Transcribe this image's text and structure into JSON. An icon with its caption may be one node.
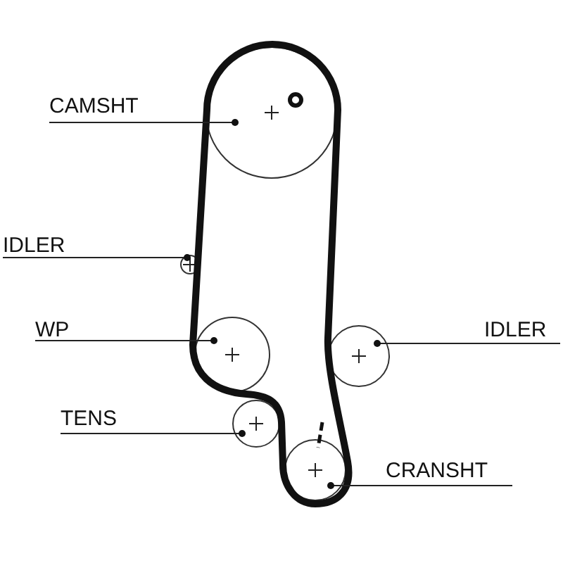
{
  "diagram": {
    "nodes": [
      {
        "text": [
          "CAMSHT"
        ]
      },
      {
        "text": [],
        "shape": "circle"
      },
      {
        "text": [
          "IDLER"
        ]
      },
      {
        "text": [],
        "shape": "circle"
      },
      {
        "text": [
          "WP"
        ]
      },
      {
        "text": [],
        "shape": "circle"
      },
      {
        "text": [
          "IDLER"
        ]
      },
      {
        "text": [],
        "shape": "circle"
      },
      {
        "text": [
          "TENS"
        ]
      },
      {
        "text": [],
        "shape": "circle"
      },
      {
        "text": [
          "CRANSHT"
        ]
      },
      {
        "text": [],
        "shape": "circle"
      }
    ],
    "edges": [
      {
        "from": 0,
        "to": 1,
        "arrow": "other"
      },
      {
        "from": 2,
        "to": 3,
        "arrow": "other"
      },
      {
        "from": 4,
        "to": 5,
        "arrow": "other"
      },
      {
        "from": 6,
        "to": 7,
        "arrow": "other"
      },
      {
        "from": 8,
        "to": 9,
        "arrow": "other"
      },
      {
        "from": 10,
        "to": 11,
        "arrow": "other"
      }
    ]
  }
}
